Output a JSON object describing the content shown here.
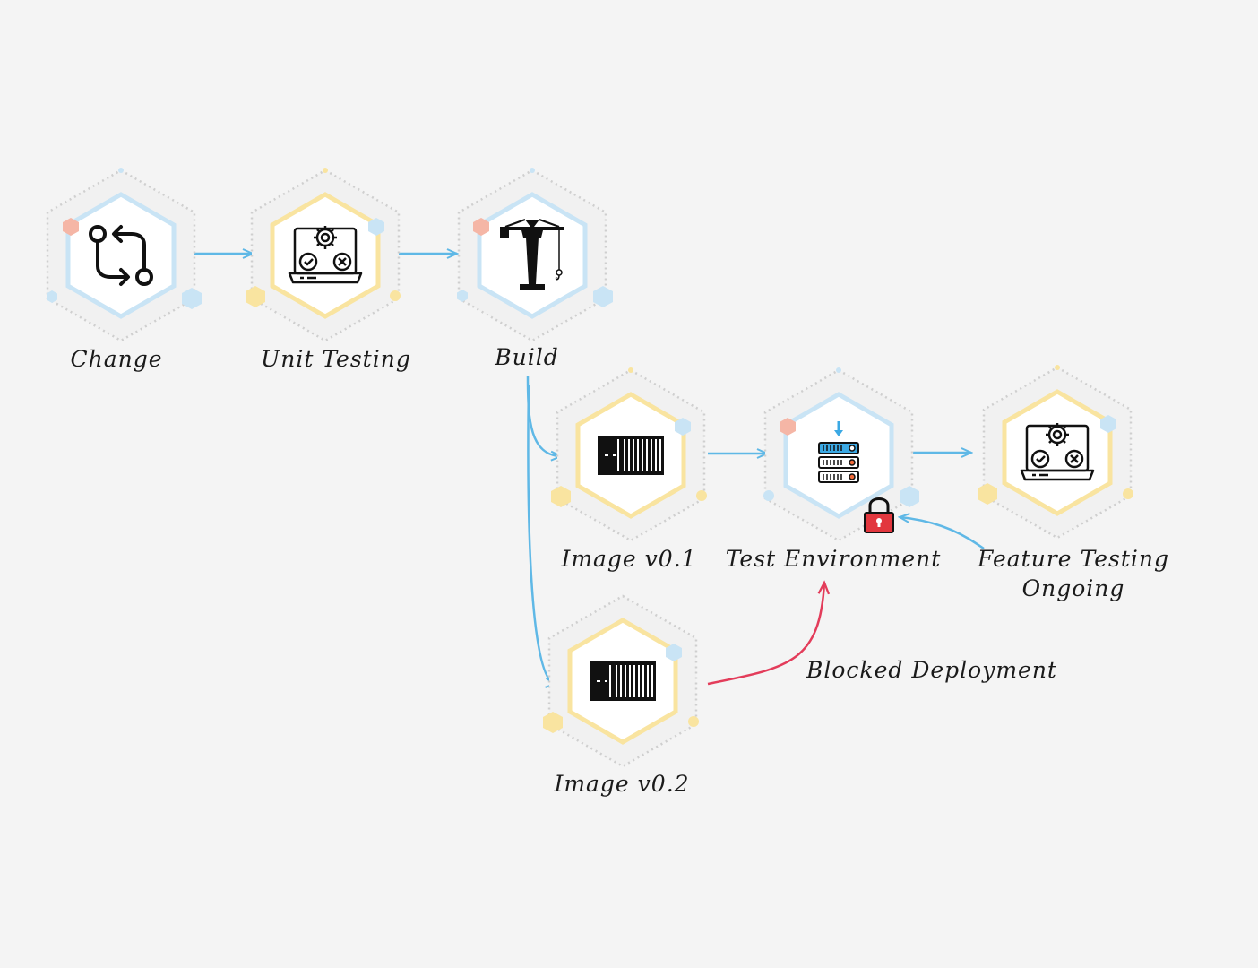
{
  "nodes": {
    "change": {
      "label": "Change",
      "icon": "git-compare-icon"
    },
    "unit_testing": {
      "label": "Unit Testing",
      "icon": "laptop-test-icon"
    },
    "build": {
      "label": "Build",
      "icon": "crane-icon"
    },
    "image_v01": {
      "label": "Image v0.1",
      "icon": "container-icon"
    },
    "test_environment": {
      "label": "Test Environment",
      "icon": "server-icon"
    },
    "feature_testing": {
      "label_line1": "Feature Testing",
      "label_line2": "Ongoing",
      "icon": "laptop-test-icon"
    },
    "image_v02": {
      "label": "Image v0.2",
      "icon": "container-icon"
    }
  },
  "annotations": {
    "blocked": "Blocked Deployment",
    "lock_icon": "padlock-icon"
  },
  "colors": {
    "blue": "#c9e4f5",
    "yellow": "#f9e4a0",
    "red_accent": "#f5b6a6",
    "arrow_blue": "#5fb8e6",
    "arrow_red": "#e33c5a",
    "lock_red": "#e2373e"
  }
}
